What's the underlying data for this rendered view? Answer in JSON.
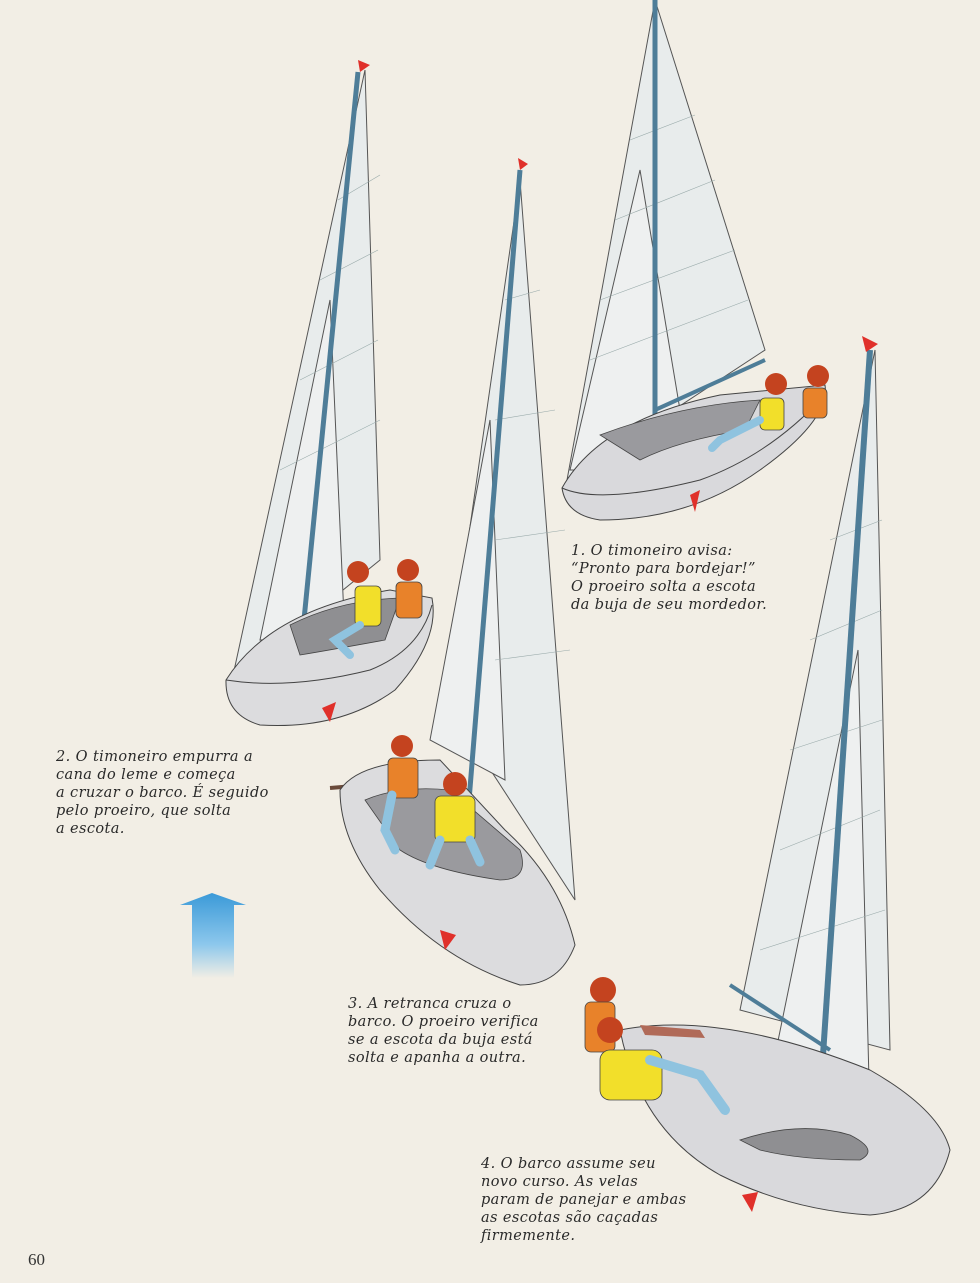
{
  "page_number": "60",
  "captions": {
    "step1": "1. O timoneiro avisa:\n“Pronto para bordejar!”\nO proeiro solta a escota\nda buja de seu mordedor.",
    "step2": "2. O timoneiro empurra a\ncana do leme e começa\na cruzar o barco. É seguido\npelo proeiro, que solta\na escota.",
    "step3": "3. A retranca cruza o\nbarco. O proeiro verifica\nse a escota da buja está\nsolta e apanha a outra.",
    "step4": "4. O barco assume seu\nnovo curso. As velas\nparam de panejar e ambas\nas escotas são caçadas\nfirmemente."
  },
  "colors": {
    "paper": "#f2eee5",
    "sail": "#e8ecec",
    "mast": "#4e7d98",
    "hull_light": "#dfdfe0",
    "hull_dark": "#8f8f92",
    "lifejacket_yellow": "#f2df2a",
    "lifejacket_orange": "#e8822a",
    "hair": "#c4431f",
    "pennant": "#e0302a",
    "wind_arrow": "#5aa9dc"
  },
  "icons": {
    "wind_arrow": "wind-direction-arrow-icon"
  }
}
